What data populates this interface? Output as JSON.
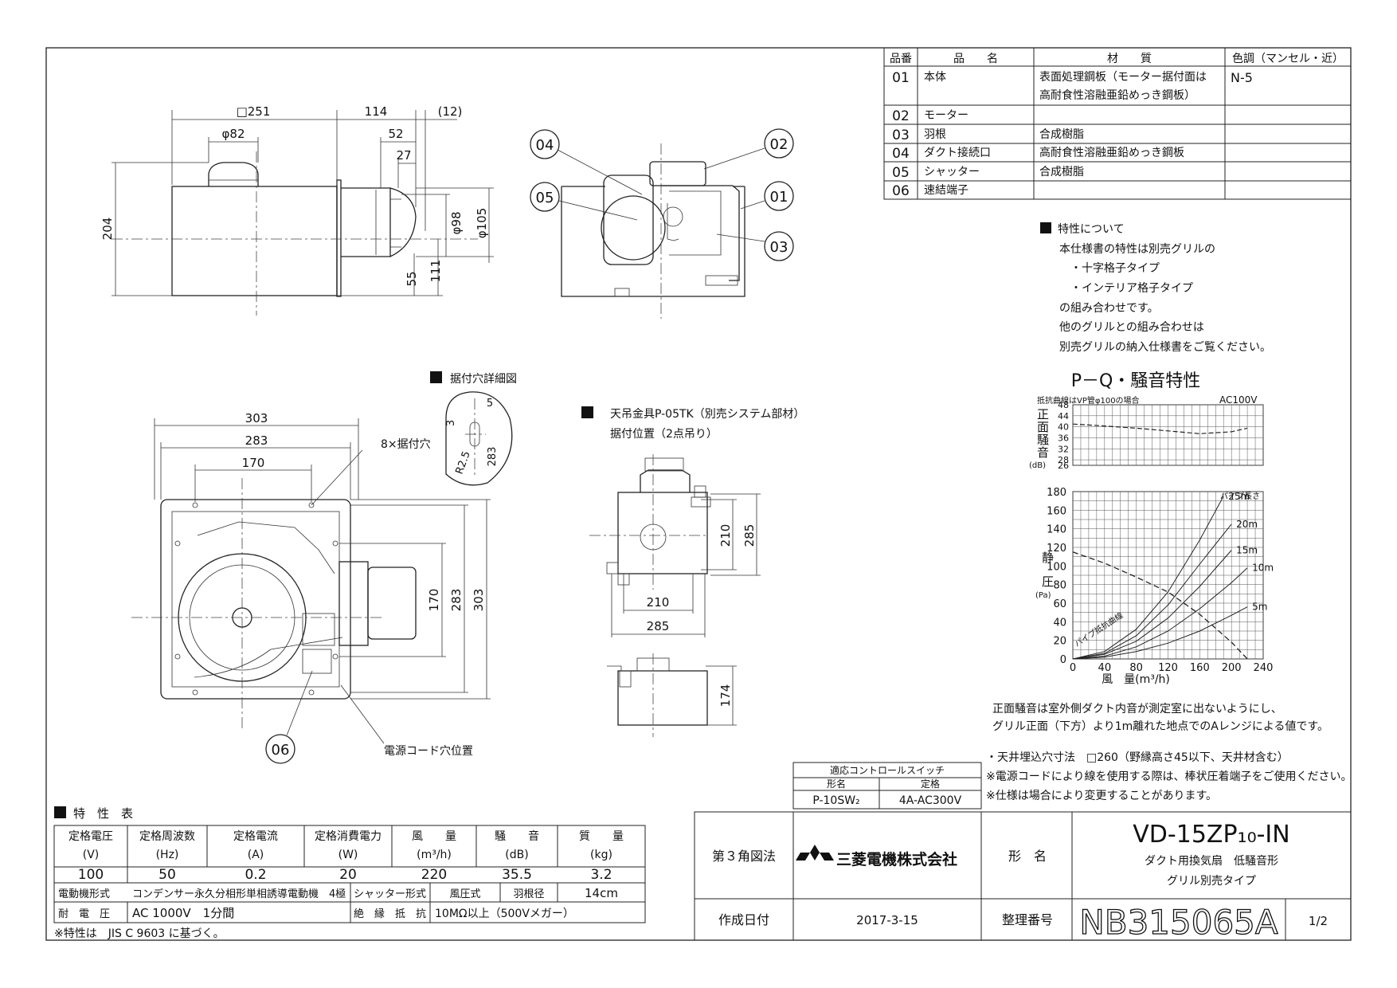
{
  "parts_table": {
    "headers": [
      "品番",
      "品　　名",
      "材　　質",
      "色調（マンセル・近）"
    ],
    "rows": [
      {
        "no": "01",
        "name": "本体",
        "material": [
          "表面処理鋼板（モーター据付面は",
          "高耐食性溶融亜鉛めっき鋼板）"
        ],
        "color": "N-5"
      },
      {
        "no": "02",
        "name": "モーター",
        "material": [
          ""
        ],
        "color": ""
      },
      {
        "no": "03",
        "name": "羽根",
        "material": [
          "合成樹脂"
        ],
        "color": ""
      },
      {
        "no": "04",
        "name": "ダクト接続口",
        "material": [
          "高耐食性溶融亜鉛めっき鋼板"
        ],
        "color": ""
      },
      {
        "no": "05",
        "name": "シャッター",
        "material": [
          "合成樹脂"
        ],
        "color": ""
      },
      {
        "no": "06",
        "name": "速結端子",
        "material": [
          ""
        ],
        "color": ""
      }
    ]
  },
  "features": {
    "title": "特性について",
    "lines": [
      "本仕様書の特性は別売グリルの",
      "・十字格子タイプ",
      "・インテリア格子タイプ",
      "の組み合わせです。",
      "他のグリルとの組み合わせは",
      "別売グリルの納入仕様書をご覧ください。"
    ]
  },
  "top_view": {
    "dims": {
      "body_width": "□251",
      "outlet_width": "114",
      "edge": "(12)",
      "top_dia": "φ82",
      "d52": "52",
      "d27": "27",
      "height": "204",
      "dia98": "φ98",
      "dia105": "φ105",
      "d55": "55",
      "d111": "111"
    }
  },
  "balloons": [
    "01",
    "02",
    "03",
    "04",
    "05",
    "06"
  ],
  "hole_detail": {
    "title": "据付穴詳細図",
    "dims": {
      "d3": "3",
      "d5": "5",
      "r": "R2.5",
      "d283": "283"
    }
  },
  "plan_view": {
    "dims": {
      "w303": "303",
      "w283": "283",
      "w170": "170",
      "h170": "170",
      "h283": "283",
      "h303": "303"
    },
    "label_holes": "8×据付穴",
    "label_cord": "電源コード穴位置"
  },
  "hanger": {
    "title": "天吊金具P-05TK（別売システム部材）",
    "subtitle": "据付位置（2点吊り）",
    "dims": {
      "v210": "210",
      "v285": "285",
      "h210": "210",
      "h285": "285",
      "v174": "174"
    }
  },
  "chart_title": "P－Q・騒音特性",
  "chart_data": [
    {
      "type": "line",
      "title": "",
      "note": "抵抗曲線はVP管φ100の場合",
      "voltage": "AC100V",
      "ylabel": "正面騒音(dB)",
      "yticks": [
        26,
        28,
        32,
        36,
        40,
        44,
        48
      ],
      "ylim": [
        26,
        48
      ],
      "xlim": [
        0,
        240
      ],
      "series": [
        {
          "name": "",
          "x": [
            0,
            40,
            80,
            120,
            160,
            200,
            220
          ],
          "y": [
            41,
            40.3,
            39.5,
            38.5,
            37.5,
            38.2,
            39.5
          ]
        }
      ]
    },
    {
      "type": "line",
      "title": "",
      "xlabel": "風　量(m³/h)",
      "ylabel": "静圧(Pa)",
      "xticks": [
        0,
        40,
        80,
        120,
        160,
        200,
        240
      ],
      "yticks": [
        0,
        20,
        40,
        60,
        80,
        100,
        120,
        140,
        160,
        180
      ],
      "xlim": [
        0,
        240
      ],
      "ylim": [
        0,
        180
      ],
      "pipe_label": "パイプ長さ",
      "resistance_label": "パイプ抵抗曲線",
      "series": [
        {
          "name": "PQ",
          "x": [
            0,
            40,
            80,
            120,
            160,
            200,
            220
          ],
          "y": [
            115,
            103,
            88,
            72,
            48,
            18,
            0
          ]
        },
        {
          "name": "25m",
          "x": [
            0,
            40,
            80,
            120,
            160,
            190
          ],
          "y": [
            0,
            8,
            32,
            72,
            128,
            175
          ]
        },
        {
          "name": "20m",
          "x": [
            0,
            40,
            80,
            120,
            160,
            200
          ],
          "y": [
            0,
            6,
            25,
            58,
            102,
            145
          ]
        },
        {
          "name": "15m",
          "x": [
            0,
            40,
            80,
            120,
            160,
            200
          ],
          "y": [
            0,
            5,
            19,
            44,
            78,
            117
          ]
        },
        {
          "name": "10m",
          "x": [
            0,
            40,
            80,
            120,
            160,
            200,
            220
          ],
          "y": [
            0,
            3,
            13,
            30,
            54,
            82,
            98
          ]
        },
        {
          "name": "5m",
          "x": [
            0,
            40,
            80,
            120,
            160,
            200,
            220
          ],
          "y": [
            0,
            2,
            8,
            17,
            30,
            47,
            56
          ]
        }
      ]
    }
  ],
  "chart_notes": [
    "正面騒音は室外側ダクト内音が測定室に出ないようにし、",
    "グリル正面（下方）より1m離れた地点でのAレンジによる値です。"
  ],
  "notes": [
    "・天井埋込穴寸法　□260（野縁高さ45以下、天井材含む）",
    "※電源コードにより線を使用する際は、棒状圧着端子をご使用ください。",
    "※仕様は場合により変更することがあります。"
  ],
  "switch_table": {
    "title": "適応コントロールスイッチ",
    "h1": "形名",
    "h2": "定格",
    "model": "P-10SW₂",
    "rating": "4A-AC300V"
  },
  "spec": {
    "title": "特　性　表",
    "headers": [
      "定格電圧",
      "定格周波数",
      "定格電流",
      "定格消費電力",
      "風　　量",
      "騒　　音",
      "質　　量"
    ],
    "units": [
      "(V)",
      "(Hz)",
      "(A)",
      "(W)",
      "(m³/h)",
      "(dB)",
      "(kg)"
    ],
    "values": [
      "100",
      "50",
      "0.2",
      "20",
      "220",
      "35.5",
      "3.2"
    ],
    "motor_label": "電動機形式",
    "motor_value": "コンデンサー永久分相形単相誘導電動機　4極",
    "shutter_label": "シャッター形式",
    "shutter_value": "風圧式",
    "blade_label": "羽根径",
    "blade_value": "14cm",
    "voltage_label": "耐　電　圧",
    "voltage_value": "AC 1000V　1分間",
    "insulation_label": "絶　縁　抵　抗",
    "insulation_value": "10MΩ以上（500Vメガー）",
    "footnote": "※特性は　JIS C 9603 に基づく。"
  },
  "title_block": {
    "projection": "第３角図法",
    "company": "三菱電機株式会社",
    "model_label": "形　名",
    "model": "VD-15ZP₁₀-IN",
    "desc1": "ダクト用換気扇　低騒音形",
    "desc2": "グリル別売タイプ",
    "date_label": "作成日付",
    "date": "2017-3-15",
    "number_label": "整理番号",
    "number": "NB315065A",
    "page": "1/2"
  }
}
